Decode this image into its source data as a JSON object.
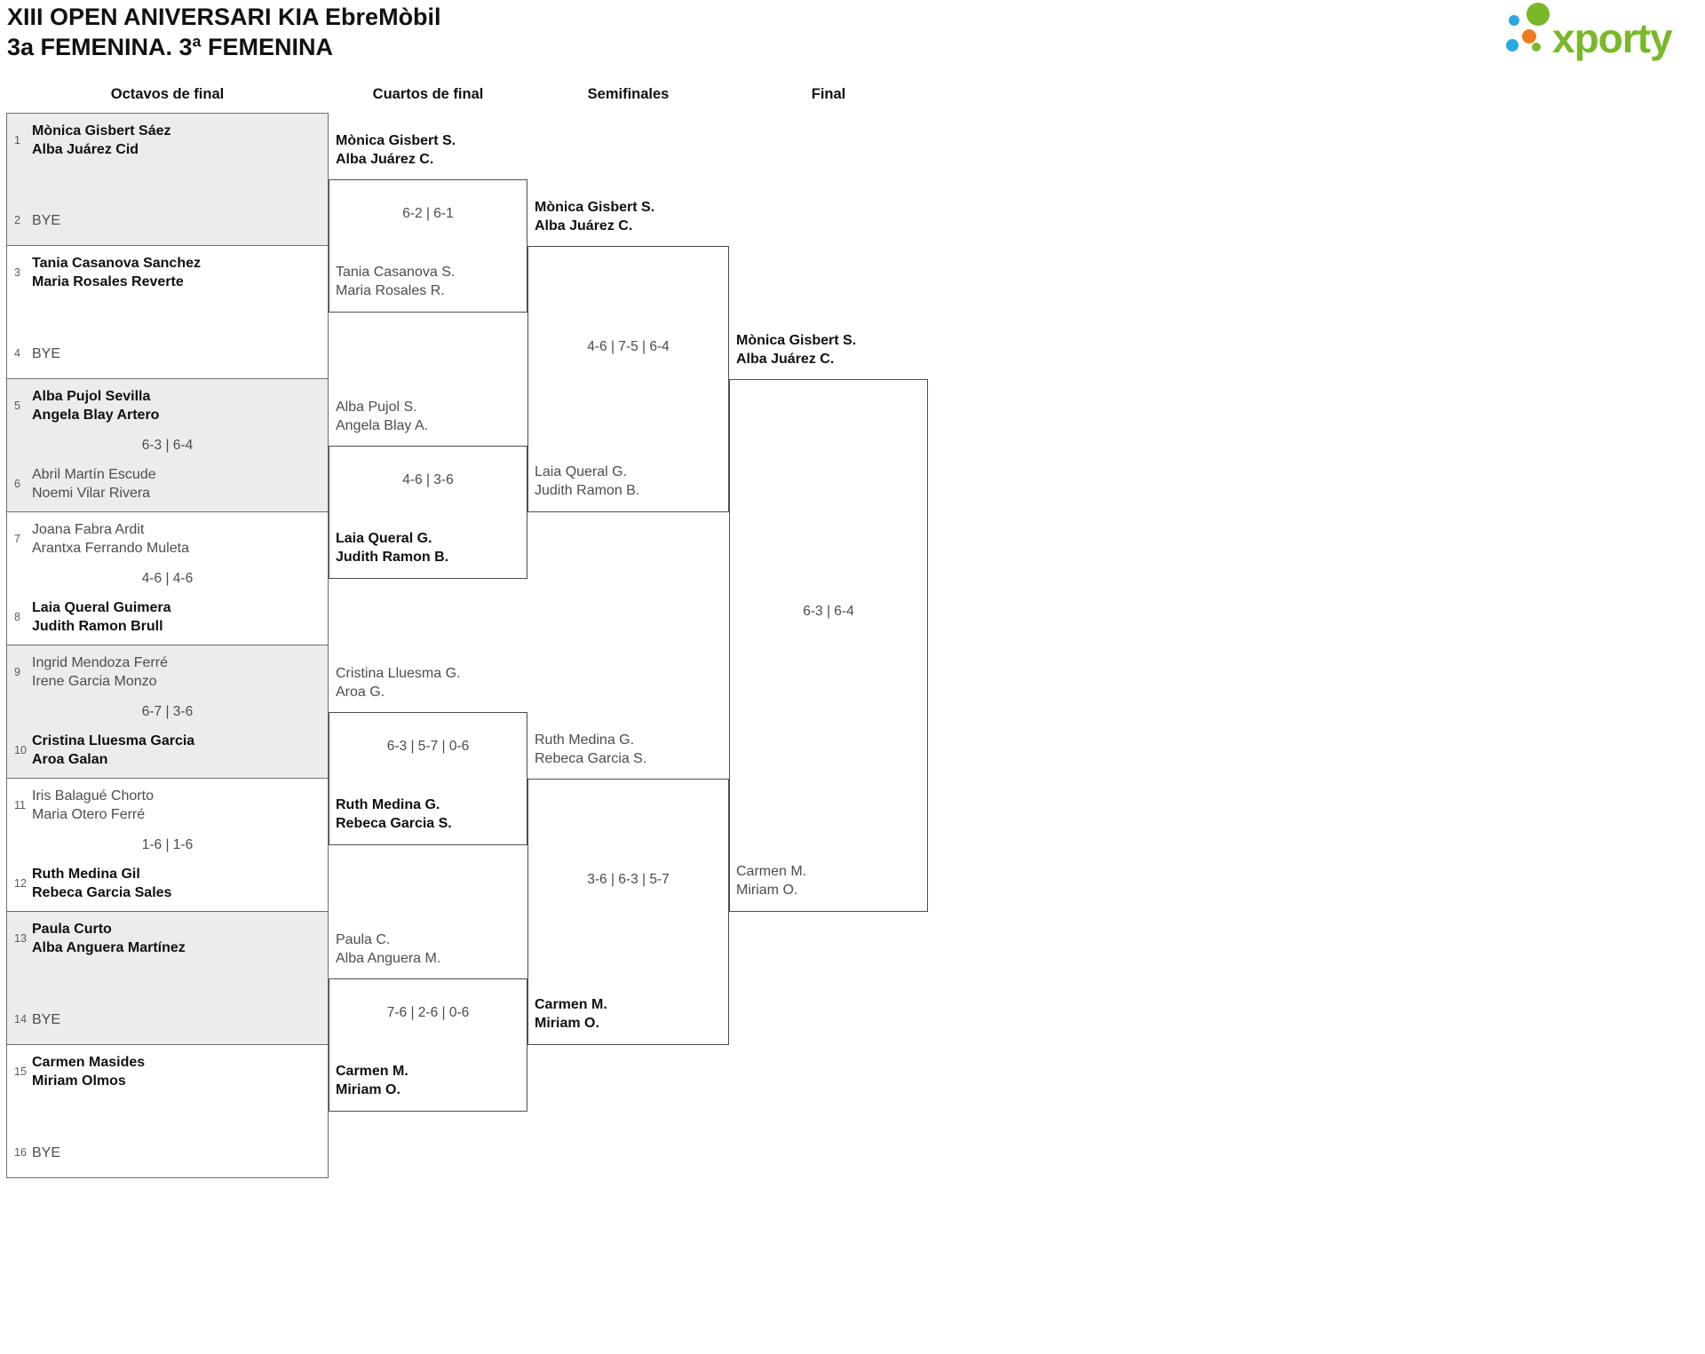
{
  "title": {
    "line1": "XIII OPEN ANIVERSARI KIA EbreMòbil",
    "line2": "3a FEMENINA. 3ª FEMENINA"
  },
  "logo": {
    "brand": "xporty",
    "colors": {
      "green": "#7ab829",
      "blue": "#29a8e0",
      "orange": "#ee7c1e"
    }
  },
  "round_headers": [
    "Octavos de final",
    "Cuartos de final",
    "Semifinales",
    "Final"
  ],
  "round1": [
    {
      "shaded": true,
      "score": "",
      "top": {
        "seed": "1",
        "lines": [
          "Mònica Gisbert Sáez",
          "Alba Juárez Cid"
        ],
        "bold": true
      },
      "bottom": {
        "seed": "2",
        "lines": [
          "BYE"
        ],
        "bold": false
      }
    },
    {
      "shaded": false,
      "score": "",
      "top": {
        "seed": "3",
        "lines": [
          "Tania Casanova Sanchez",
          "Maria Rosales Reverte"
        ],
        "bold": true
      },
      "bottom": {
        "seed": "4",
        "lines": [
          "BYE"
        ],
        "bold": false
      }
    },
    {
      "shaded": true,
      "score": "6-3 | 6-4",
      "top": {
        "seed": "5",
        "lines": [
          "Alba Pujol Sevilla",
          "Angela Blay Artero"
        ],
        "bold": true
      },
      "bottom": {
        "seed": "6",
        "lines": [
          "Abril Martín Escude",
          "Noemi Vilar Rivera"
        ],
        "bold": false
      }
    },
    {
      "shaded": false,
      "score": "4-6 | 4-6",
      "top": {
        "seed": "7",
        "lines": [
          "Joana Fabra Ardit",
          "Arantxa Ferrando Muleta"
        ],
        "bold": false
      },
      "bottom": {
        "seed": "8",
        "lines": [
          "Laia Queral Guimera",
          "Judith Ramon Brull"
        ],
        "bold": true
      }
    },
    {
      "shaded": true,
      "score": "6-7 | 3-6",
      "top": {
        "seed": "9",
        "lines": [
          "Ingrid Mendoza Ferré",
          "Irene Garcia Monzo"
        ],
        "bold": false
      },
      "bottom": {
        "seed": "10",
        "lines": [
          "Cristina Lluesma Garcia",
          "Aroa Galan"
        ],
        "bold": true
      }
    },
    {
      "shaded": false,
      "score": "1-6 | 1-6",
      "top": {
        "seed": "11",
        "lines": [
          "Iris Balagué Chorto",
          "Maria Otero Ferré"
        ],
        "bold": false
      },
      "bottom": {
        "seed": "12",
        "lines": [
          "Ruth Medina Gil",
          "Rebeca Garcia Sales"
        ],
        "bold": true
      }
    },
    {
      "shaded": true,
      "score": "",
      "top": {
        "seed": "13",
        "lines": [
          "Paula Curto",
          "Alba Anguera Martínez"
        ],
        "bold": true
      },
      "bottom": {
        "seed": "14",
        "lines": [
          "BYE"
        ],
        "bold": false
      }
    },
    {
      "shaded": false,
      "score": "",
      "top": {
        "seed": "15",
        "lines": [
          "Carmen Masides",
          "Miriam Olmos"
        ],
        "bold": true
      },
      "bottom": {
        "seed": "16",
        "lines": [
          "BYE"
        ],
        "bold": false
      }
    }
  ],
  "quarterfinals": [
    {
      "score": "6-2 | 6-1",
      "top": {
        "lines": [
          "Mònica Gisbert S.",
          "Alba Juárez C."
        ],
        "bold": true
      },
      "bottom": {
        "lines": [
          "Tania Casanova S.",
          "Maria Rosales R."
        ],
        "bold": false
      }
    },
    {
      "score": "4-6 | 3-6",
      "top": {
        "lines": [
          "Alba Pujol S.",
          "Angela Blay A."
        ],
        "bold": false
      },
      "bottom": {
        "lines": [
          "Laia Queral G.",
          "Judith Ramon B."
        ],
        "bold": true
      }
    },
    {
      "score": "6-3 | 5-7 | 0-6",
      "top": {
        "lines": [
          "Cristina Lluesma G.",
          "Aroa G."
        ],
        "bold": false
      },
      "bottom": {
        "lines": [
          "Ruth Medina G.",
          "Rebeca Garcia S."
        ],
        "bold": true
      }
    },
    {
      "score": "7-6 | 2-6 | 0-6",
      "top": {
        "lines": [
          "Paula C.",
          "Alba Anguera M."
        ],
        "bold": false
      },
      "bottom": {
        "lines": [
          "Carmen M.",
          "Miriam O."
        ],
        "bold": true
      }
    }
  ],
  "semifinals": [
    {
      "score": "4-6 | 7-5 | 6-4",
      "top": {
        "lines": [
          "Mònica Gisbert S.",
          "Alba Juárez C."
        ],
        "bold": true
      },
      "bottom": {
        "lines": [
          "Laia Queral G.",
          "Judith Ramon B."
        ],
        "bold": false
      }
    },
    {
      "score": "3-6 | 6-3 | 5-7",
      "top": {
        "lines": [
          "Ruth Medina G.",
          "Rebeca Garcia S."
        ],
        "bold": false
      },
      "bottom": {
        "lines": [
          "Carmen M.",
          "Miriam O."
        ],
        "bold": true
      }
    }
  ],
  "final": {
    "score": "6-3 | 6-4",
    "top": {
      "lines": [
        "Mònica Gisbert S.",
        "Alba Juárez C."
      ],
      "bold": true
    },
    "bottom": {
      "lines": [
        "Carmen M.",
        "Miriam O."
      ],
      "bold": false
    }
  }
}
